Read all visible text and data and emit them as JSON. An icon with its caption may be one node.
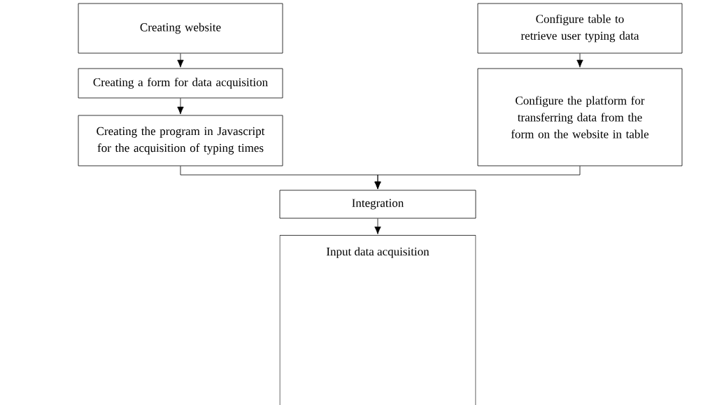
{
  "diagram": {
    "nodes": [
      {
        "text": [
          "Creating website"
        ]
      },
      {
        "text": [
          "Creating a form for data acquisition"
        ]
      },
      {
        "text": [
          "Creating the program in Javascript for the acquisition of typing times"
        ]
      },
      {
        "text": [
          "Configure table to retrieve user typing data"
        ]
      },
      {
        "text": [
          "Configure the platform for transferring data from the form on the website in table"
        ]
      },
      {
        "text": [
          "Integration"
        ]
      },
      {
        "text": [
          "Input data acquisition"
        ]
      }
    ],
    "edges": [
      {
        "from": 0,
        "to": 1,
        "arrow": "to"
      },
      {
        "from": 1,
        "to": 2,
        "arrow": "to"
      },
      {
        "from": 3,
        "to": 4,
        "arrow": "to"
      },
      {
        "from": 2,
        "to": 5,
        "arrow": "to"
      },
      {
        "from": 4,
        "to": 5,
        "arrow": "to"
      },
      {
        "from": 5,
        "to": 6,
        "arrow": "to"
      }
    ]
  }
}
